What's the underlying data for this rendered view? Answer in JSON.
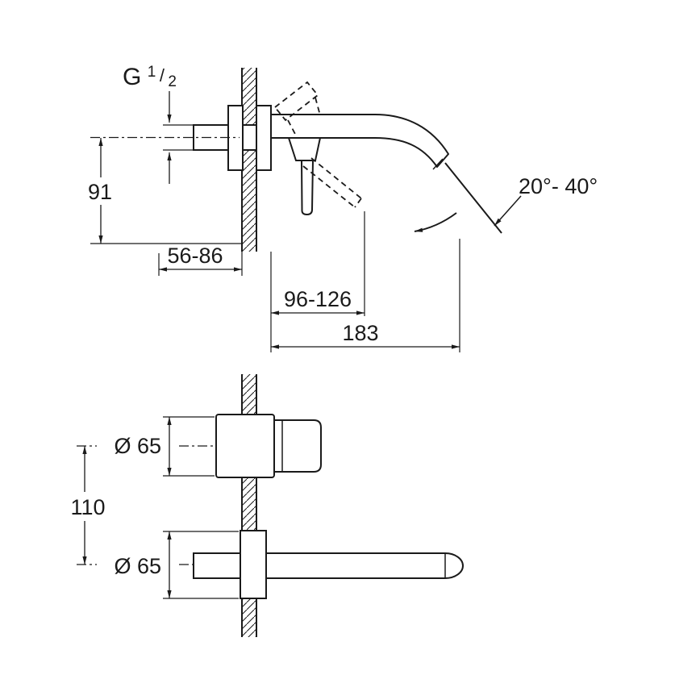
{
  "colors": {
    "line": "#1a1a1a",
    "background": "#ffffff"
  },
  "top_view": {
    "thread_label": {
      "prefix": "G",
      "numerator": "1",
      "slash": "/",
      "denominator": "2"
    },
    "spout_height": "91",
    "wall_depth_range": "56-86",
    "lever_reach_range": "96-126",
    "spout_reach": "183",
    "spout_angle_range": "20°- 40°"
  },
  "front_view": {
    "body_diameter": "Ø 65",
    "center_distance": "110",
    "spout_diameter": "Ø 65"
  }
}
